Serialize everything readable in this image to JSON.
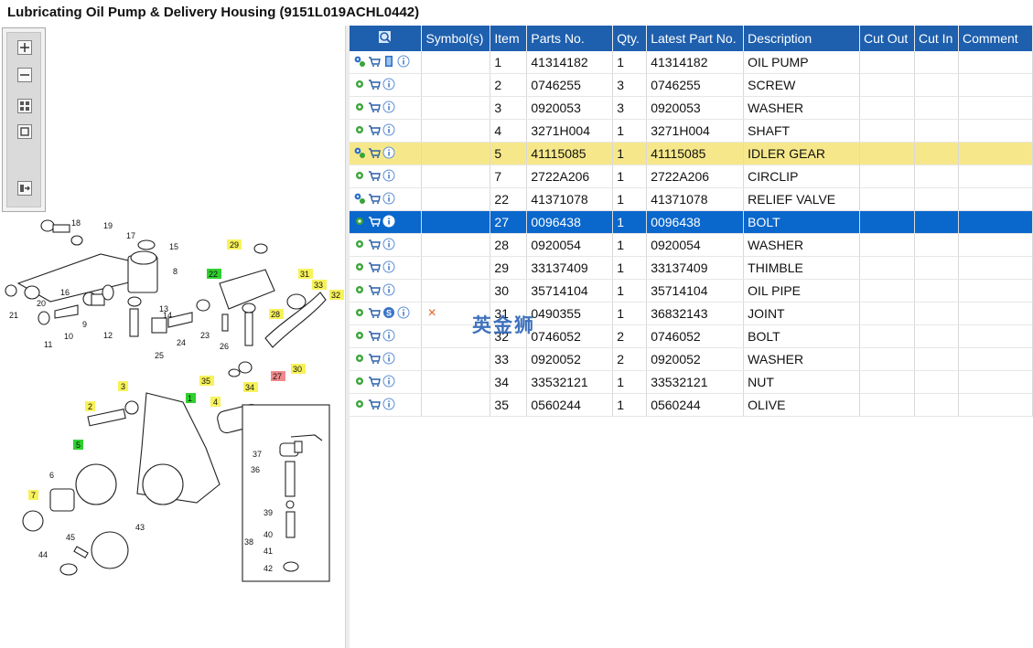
{
  "window": {
    "title": "Lubricating Oil Pump & Delivery Housing (9151L019ACHL0442)"
  },
  "zoom_tools": [
    "zoom-in",
    "zoom-out",
    "fit-page",
    "actual-size",
    "export"
  ],
  "table": {
    "columns": [
      "",
      "Symbol(s)",
      "Item",
      "Parts No.",
      "Qty.",
      "Latest Part No.",
      "Description",
      "Cut Out",
      "Cut In",
      "Comment"
    ],
    "rows": [
      {
        "item": "1",
        "part": "41314182",
        "qty": "1",
        "latest": "41314182",
        "desc": "OIL PUMP",
        "icons": [
          "gears",
          "cart",
          "book",
          "info"
        ],
        "symbol": "",
        "state": ""
      },
      {
        "item": "2",
        "part": "0746255",
        "qty": "3",
        "latest": "0746255",
        "desc": "SCREW",
        "icons": [
          "gear",
          "cart",
          "info"
        ],
        "symbol": "",
        "state": ""
      },
      {
        "item": "3",
        "part": "0920053",
        "qty": "3",
        "latest": "0920053",
        "desc": "WASHER",
        "icons": [
          "gear",
          "cart",
          "info"
        ],
        "symbol": "",
        "state": ""
      },
      {
        "item": "4",
        "part": "3271H004",
        "qty": "1",
        "latest": "3271H004",
        "desc": "SHAFT",
        "icons": [
          "gear",
          "cart",
          "info"
        ],
        "symbol": "",
        "state": ""
      },
      {
        "item": "5",
        "part": "41115085",
        "qty": "1",
        "latest": "41115085",
        "desc": "IDLER GEAR",
        "icons": [
          "gears",
          "cart",
          "info"
        ],
        "symbol": "",
        "state": "hl"
      },
      {
        "item": "7",
        "part": "2722A206",
        "qty": "1",
        "latest": "2722A206",
        "desc": "CIRCLIP",
        "icons": [
          "gear",
          "cart",
          "info"
        ],
        "symbol": "",
        "state": ""
      },
      {
        "item": "22",
        "part": "41371078",
        "qty": "1",
        "latest": "41371078",
        "desc": "RELIEF VALVE",
        "icons": [
          "gears",
          "cart",
          "info"
        ],
        "symbol": "",
        "state": ""
      },
      {
        "item": "27",
        "part": "0096438",
        "qty": "1",
        "latest": "0096438",
        "desc": "BOLT",
        "icons": [
          "gear",
          "cart",
          "info"
        ],
        "symbol": "",
        "state": "sel"
      },
      {
        "item": "28",
        "part": "0920054",
        "qty": "1",
        "latest": "0920054",
        "desc": "WASHER",
        "icons": [
          "gear",
          "cart",
          "info"
        ],
        "symbol": "",
        "state": ""
      },
      {
        "item": "29",
        "part": "33137409",
        "qty": "1",
        "latest": "33137409",
        "desc": "THIMBLE",
        "icons": [
          "gear",
          "cart",
          "info"
        ],
        "symbol": "",
        "state": ""
      },
      {
        "item": "30",
        "part": "35714104",
        "qty": "1",
        "latest": "35714104",
        "desc": "OIL PIPE",
        "icons": [
          "gear",
          "cart",
          "info"
        ],
        "symbol": "",
        "state": ""
      },
      {
        "item": "31",
        "part": "0490355",
        "qty": "1",
        "latest": "36832143",
        "desc": "JOINT",
        "icons": [
          "gear",
          "cart",
          "s",
          "info"
        ],
        "symbol": "×",
        "state": ""
      },
      {
        "item": "32",
        "part": "0746052",
        "qty": "2",
        "latest": "0746052",
        "desc": "BOLT",
        "icons": [
          "gear",
          "cart",
          "info"
        ],
        "symbol": "",
        "state": ""
      },
      {
        "item": "33",
        "part": "0920052",
        "qty": "2",
        "latest": "0920052",
        "desc": "WASHER",
        "icons": [
          "gear",
          "cart",
          "info"
        ],
        "symbol": "",
        "state": ""
      },
      {
        "item": "34",
        "part": "33532121",
        "qty": "1",
        "latest": "33532121",
        "desc": "NUT",
        "icons": [
          "gear",
          "cart",
          "info"
        ],
        "symbol": "",
        "state": ""
      },
      {
        "item": "35",
        "part": "0560244",
        "qty": "1",
        "latest": "0560244",
        "desc": "OLIVE",
        "icons": [
          "gear",
          "cart",
          "info"
        ],
        "symbol": "",
        "state": ""
      }
    ]
  },
  "watermark": "英金狮",
  "diagram_labels": [
    "1",
    "2",
    "3",
    "4",
    "5",
    "6",
    "7",
    "8",
    "9",
    "10",
    "11",
    "12",
    "13",
    "14",
    "15",
    "16",
    "17",
    "18",
    "19",
    "20",
    "21",
    "22",
    "23",
    "24",
    "25",
    "26",
    "27",
    "28",
    "29",
    "30",
    "31",
    "32",
    "33",
    "34",
    "35",
    "36",
    "37",
    "38",
    "39",
    "40",
    "41",
    "42",
    "43",
    "44",
    "45"
  ],
  "colors": {
    "header": "#1e5fae",
    "selected": "#0a67cc",
    "highlight": "#f6e88a",
    "callout_yellow": "#f7f25a",
    "callout_green": "#2fd02f",
    "callout_red": "#f08a8a"
  }
}
